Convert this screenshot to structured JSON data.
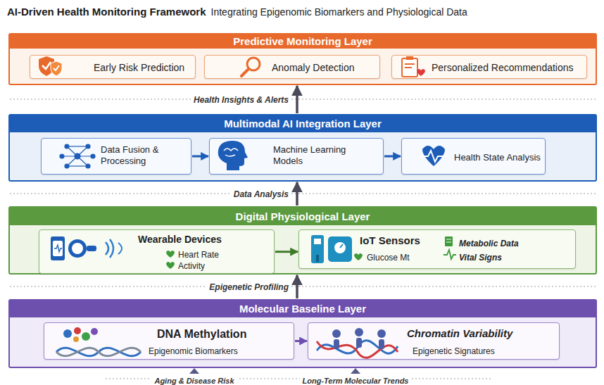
{
  "diagram": {
    "title": "AI-Driven Health Monitoring Framework",
    "nodes": [
      {
        "text": [
          "Predictive Monitoring Layer"
        ]
      },
      {
        "text": [
          "Early Risk Prediction"
        ],
        "in": 0
      },
      {
        "text": [
          "Anomaly Detection"
        ],
        "in": 0
      },
      {
        "text": [
          "Personalized Recommendations"
        ],
        "in": 0
      },
      {
        "text": [
          "Multimodal AI Integration Layer"
        ]
      },
      {
        "text": [
          "Data Fusion & Processing"
        ],
        "in": 4
      },
      {
        "text": [
          "Machine Learning Models"
        ],
        "in": 4
      },
      {
        "text": [
          "Health State Analysis"
        ],
        "in": 4
      },
      {
        "text": [
          "Digital Physiological Layer"
        ]
      },
      {
        "text": [
          "Wearable Devices",
          "Heart Rate",
          "Activity"
        ],
        "in": 8
      },
      {
        "text": [
          "IoT Sensors",
          "Glucose Mt",
          "Metabolic Data",
          "Vital Signs"
        ],
        "in": 8
      },
      {
        "text": [
          "Molecular Baseline Layer"
        ]
      },
      {
        "text": [
          "DNA Methylation",
          "Epigenomic Biomarkers"
        ],
        "in": 11
      },
      {
        "text": [
          "Chromatin Variability",
          "Epigenetic Signatures"
        ],
        "in": 11
      }
    ],
    "edges": [
      {
        "from": 5,
        "to": 6,
        "arrow": "to"
      },
      {
        "from": 6,
        "to": 7,
        "arrow": "to"
      },
      {
        "from": 9,
        "to": 10,
        "arrow": "to"
      },
      {
        "from": 12,
        "to": 13,
        "arrow": "to"
      },
      {
        "from": 4,
        "to": 0,
        "label": "Health Insights & Alerts",
        "arrow": "to"
      },
      {
        "from": 8,
        "to": 4,
        "label": "Data Analysis",
        "arrow": "to"
      },
      {
        "from": 11,
        "to": 8,
        "label": "Epigenetic Profiling",
        "arrow": "to"
      }
    ],
    "labels": [
      "Integrating Epigenomic Biomarkers and Physiological Data",
      "Aging & Disease Risk",
      "Long-Term Molecular Trends"
    ]
  }
}
